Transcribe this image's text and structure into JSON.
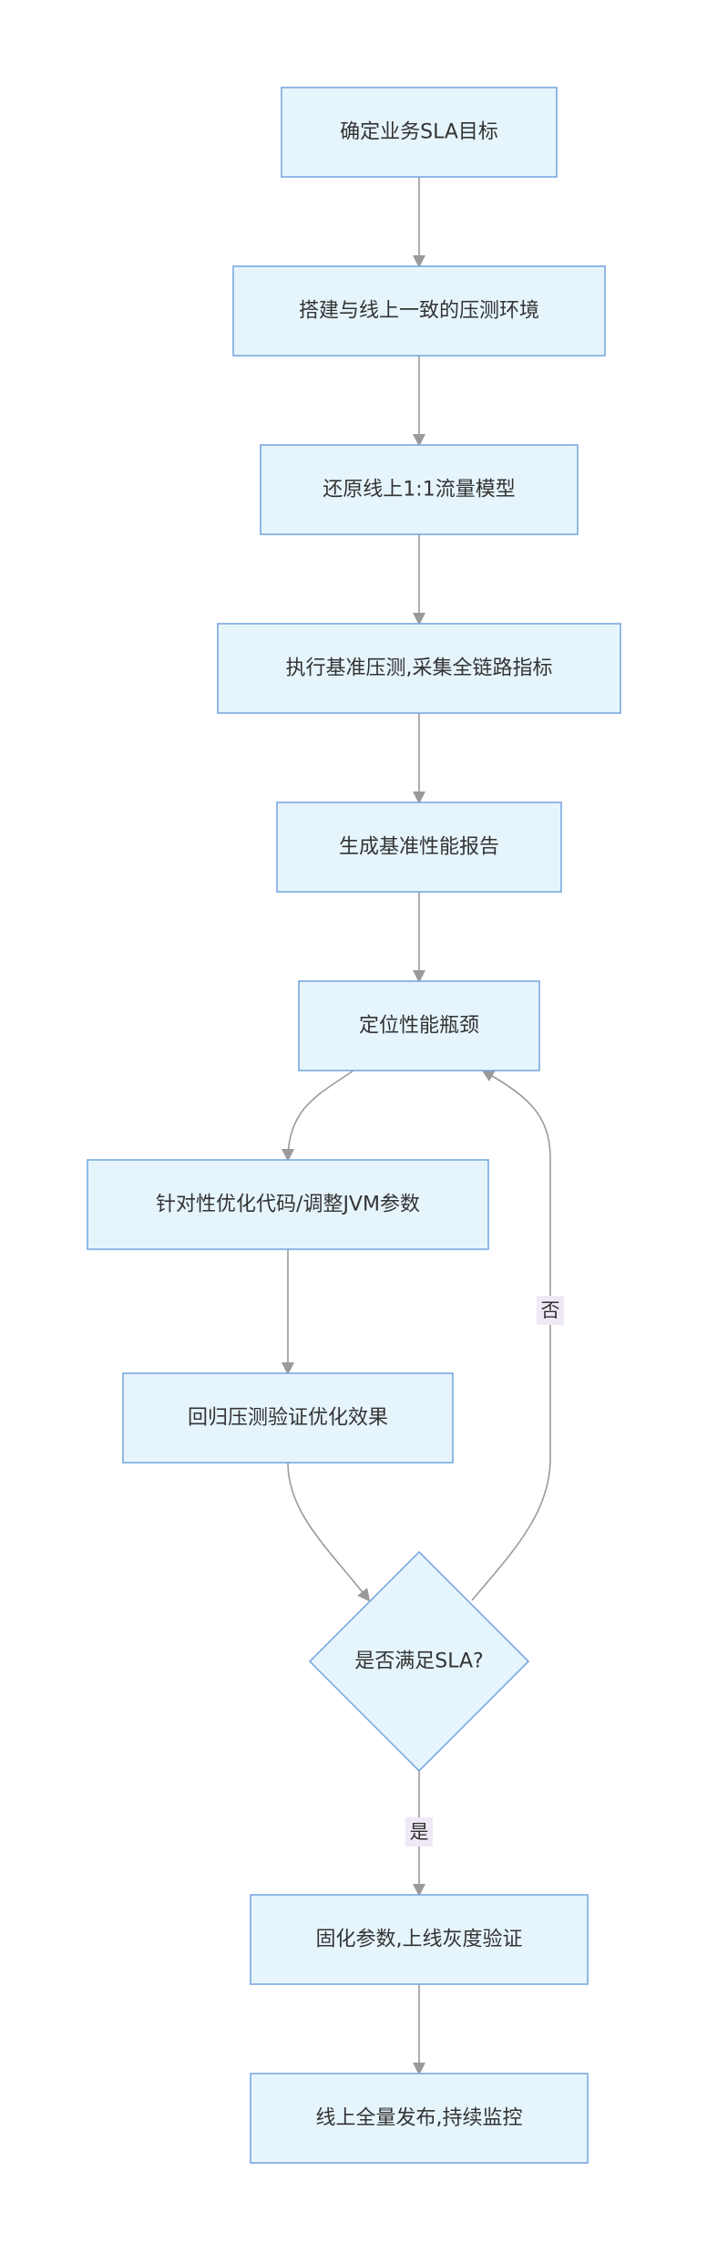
{
  "nodes": {
    "n1": "确定业务SLA目标",
    "n2": "搭建与线上一致的压测环境",
    "n3": "还原线上1:1流量模型",
    "n4": "执行基准压测,采集全链路指标",
    "n5": "生成基准性能报告",
    "n6": "定位性能瓶颈",
    "n7": "针对性优化代码/调整JVM参数",
    "n8": "回归压测验证优化效果",
    "n9": "是否满足SLA?",
    "n10": "固化参数,上线灰度验证",
    "n11": "线上全量发布,持续监控"
  },
  "edges": {
    "yes": "是",
    "no": "否"
  },
  "colors": {
    "node_fill": "#e6f5fc",
    "node_stroke": "#7aa8e0",
    "edge": "#9a9a9a",
    "label_bg": "#efe8f5"
  }
}
